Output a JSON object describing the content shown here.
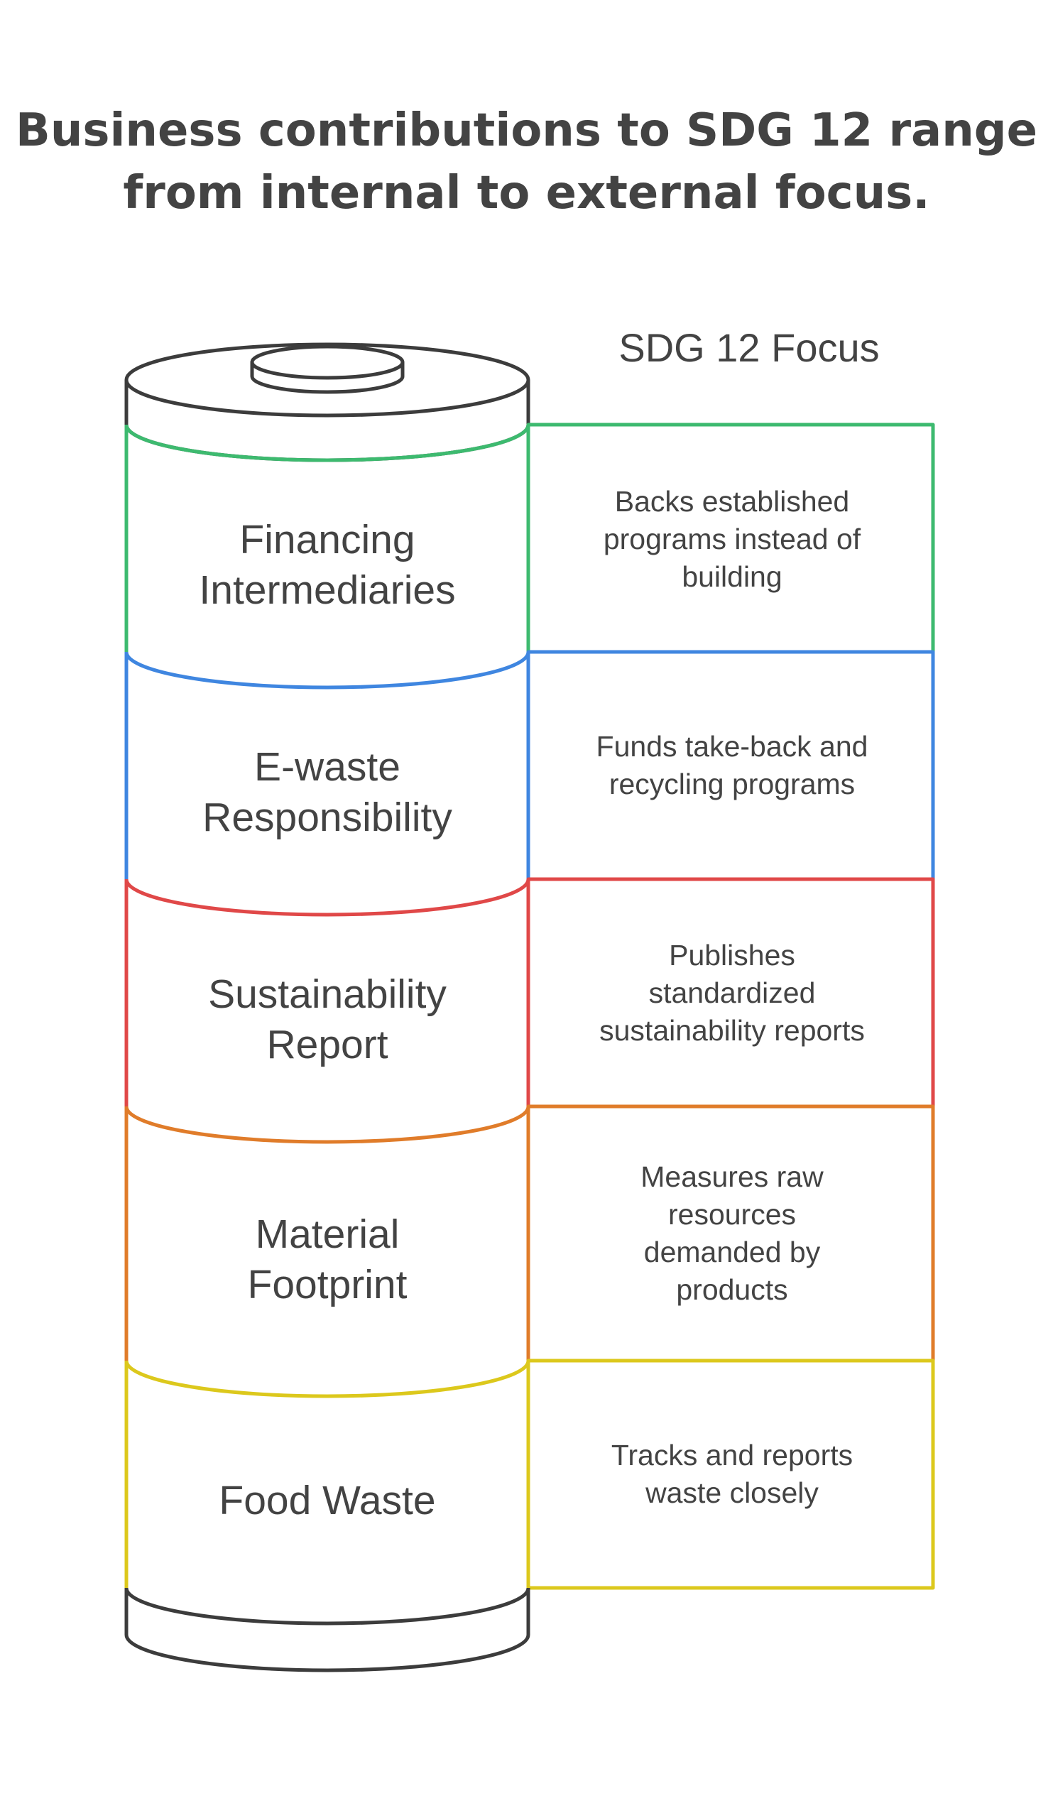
{
  "title": {
    "line1": "Business contributions to SDG 12 range",
    "line2": "from internal to external focus."
  },
  "focus_label": "SDG 12 Focus",
  "layers": [
    {
      "color": "#3dba6f",
      "label": [
        "Financing",
        "Intermediaries"
      ],
      "description": [
        "Backs established",
        "programs instead of",
        "building"
      ]
    },
    {
      "color": "#3f86e0",
      "label": [
        "E-waste",
        "Responsibility"
      ],
      "description": [
        "Funds take-back and",
        "recycling programs"
      ]
    },
    {
      "color": "#e04848",
      "label": [
        "Sustainability",
        "Report"
      ],
      "description": [
        "Publishes",
        "standardized",
        "sustainability reports"
      ]
    },
    {
      "color": "#e07c2a",
      "label": [
        "Material",
        "Footprint"
      ],
      "description": [
        "Measures raw",
        "resources",
        "demanded by",
        "products"
      ]
    },
    {
      "color": "#dcc81c",
      "label": [
        "Food Waste"
      ],
      "description": [
        "Tracks and reports",
        "waste closely"
      ]
    }
  ]
}
